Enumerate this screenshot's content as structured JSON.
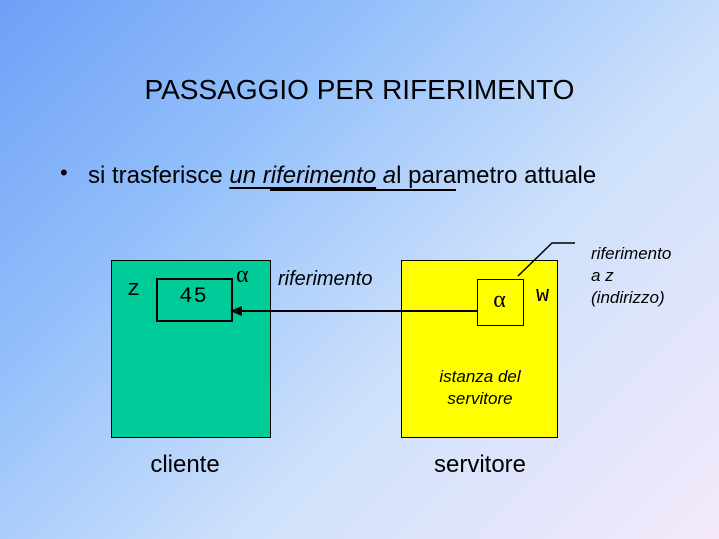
{
  "title": "PASSAGGIO PER RIFERIMENTO",
  "bullet": {
    "dot": "•",
    "text_before": "si trasferisce ",
    "text_underlined": "un riferimento",
    "text_italic": " a",
    "text_after": "l parametro attuale"
  },
  "client": {
    "variable_name": "z",
    "value": "45",
    "address_symbol": "α",
    "caption": "cliente"
  },
  "arrow_label": "riferimento",
  "server": {
    "cell_value": "α",
    "variable_name": "w",
    "instance_label_line1": "istanza del",
    "instance_label_line2": "servitore",
    "caption": "servitore"
  },
  "note": "riferimento\na z\n(indirizzo)",
  "colors": {
    "client_box": "#00cc99",
    "server_box": "#ffff00"
  }
}
